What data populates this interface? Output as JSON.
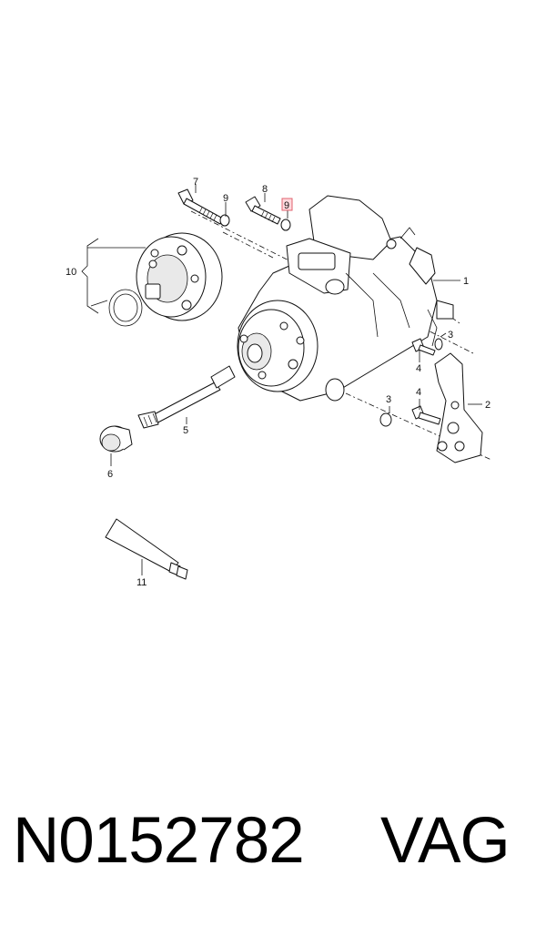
{
  "diagram": {
    "callouts": {
      "c1": "1",
      "c2": "2",
      "c3a": "3",
      "c3b": "3",
      "c4a": "4",
      "c4b": "4",
      "c5": "5",
      "c6": "6",
      "c7": "7",
      "c8": "8",
      "c9a": "9",
      "c9b": "9",
      "c10": "10",
      "c11": "11"
    },
    "highlighted_callout": "9"
  },
  "footer": {
    "part_number": "N0152782",
    "brand": "VAG"
  }
}
